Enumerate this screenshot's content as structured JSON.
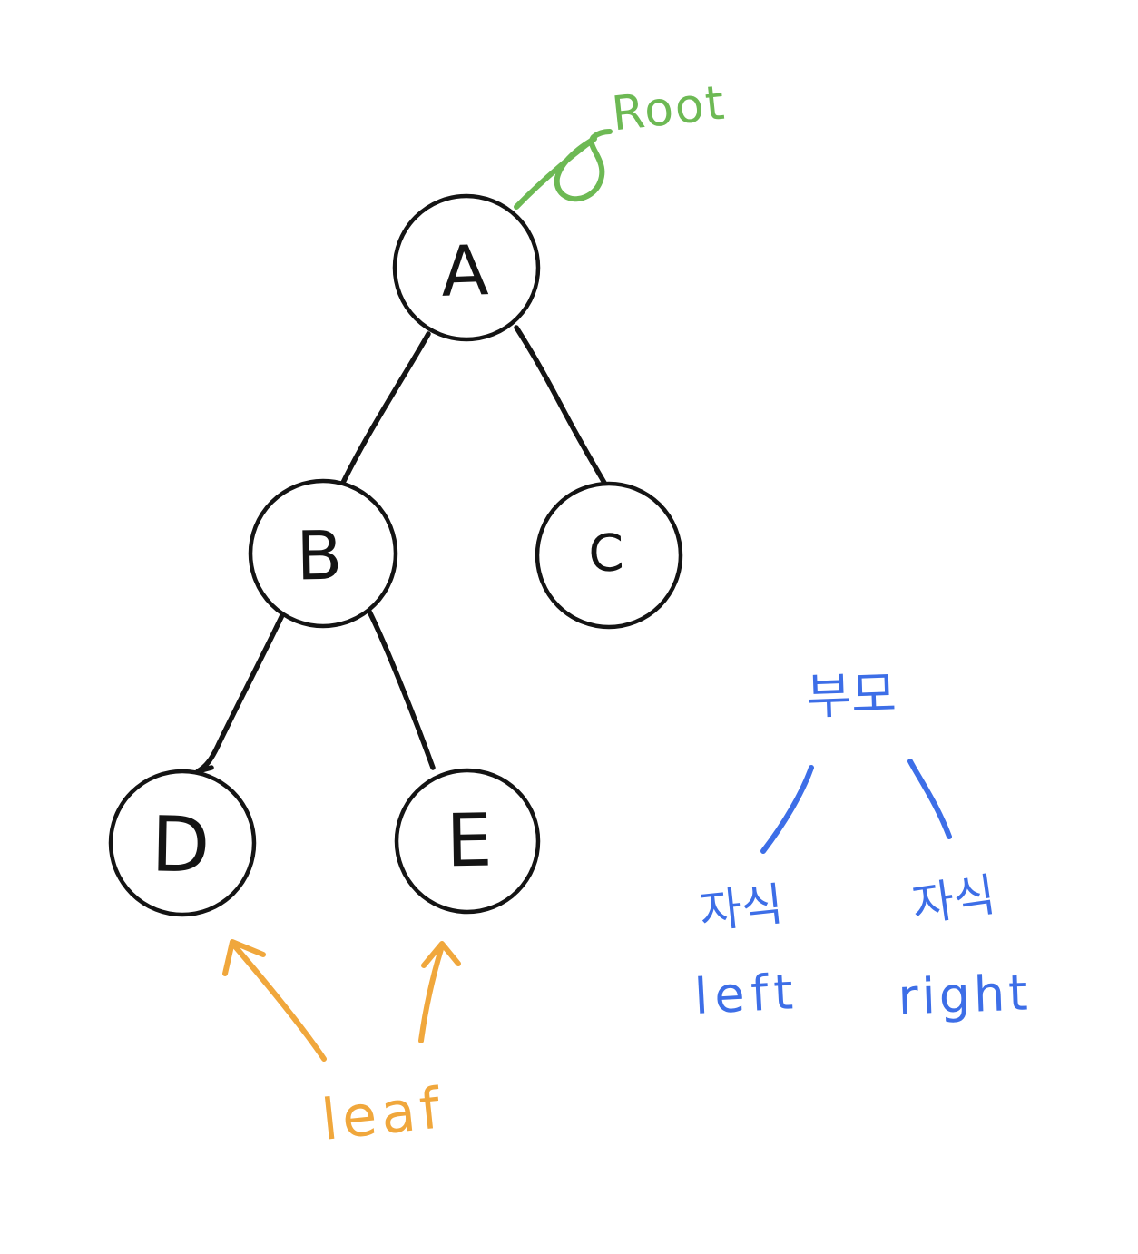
{
  "diagram": {
    "type": "hand-drawn binary tree sketch",
    "background_color": "#ffffff",
    "ink_color": "#141414",
    "nodes": [
      {
        "id": "A",
        "label": "A"
      },
      {
        "id": "B",
        "label": "B"
      },
      {
        "id": "C",
        "label": "C"
      },
      {
        "id": "D",
        "label": "D"
      },
      {
        "id": "E",
        "label": "E"
      }
    ],
    "edges": [
      {
        "from": "A",
        "to": "B"
      },
      {
        "from": "A",
        "to": "C"
      },
      {
        "from": "B",
        "to": "D"
      },
      {
        "from": "B",
        "to": "E"
      }
    ]
  },
  "annotations": {
    "root": {
      "label": "Root",
      "color": "#6DB954",
      "points_to": "A"
    },
    "leaf": {
      "label": "leaf",
      "color": "#F0A73C",
      "points_to": [
        "D",
        "E"
      ]
    },
    "parent_child_legend": {
      "color": "#3D6EE7",
      "parent_label": "부모",
      "left_child_label": "자식",
      "right_child_label": "자식",
      "left_word": "left",
      "right_word": "right"
    }
  }
}
